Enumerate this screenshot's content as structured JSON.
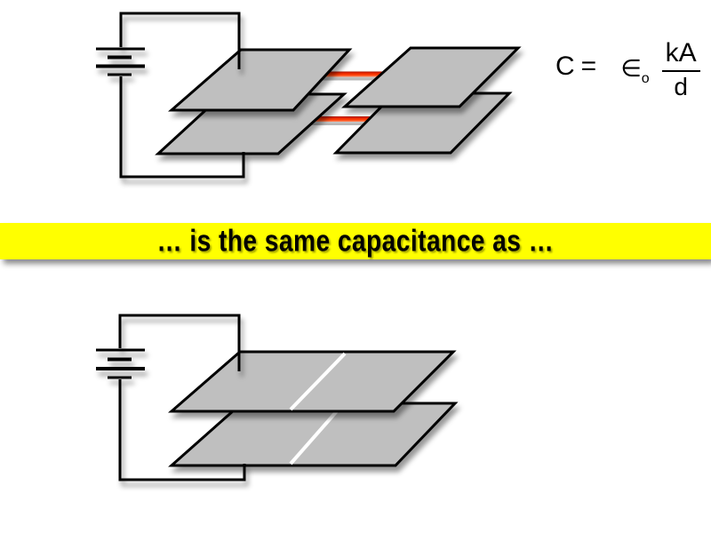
{
  "slide": {
    "background": "#ffffff",
    "formula": {
      "lhs": "C",
      "equals": "=",
      "epsilon": "∈",
      "epsilon_subscript": "o",
      "numerator": "kA",
      "denominator": "d"
    },
    "banner": {
      "text": "… is the same capacitance as …",
      "background": "#ffff00",
      "text_color": "#000000"
    },
    "colors": {
      "plate_fill": "#bfbfbf",
      "outline": "#000000",
      "red_wire": "#ff3505",
      "seam_line": "#ffffff"
    },
    "top_diagram": {
      "name": "two parallel-plate capacitors connected in parallel to a battery",
      "components": [
        "battery",
        "wire-loop",
        "left-capacitor-plates",
        "right-capacitor-plates",
        "red-connecting-wires"
      ]
    },
    "bottom_diagram": {
      "name": "single wide parallel-plate capacitor connected to a battery",
      "components": [
        "battery",
        "wire-loop",
        "wide-capacitor-plates",
        "white-seam-lines"
      ]
    }
  }
}
